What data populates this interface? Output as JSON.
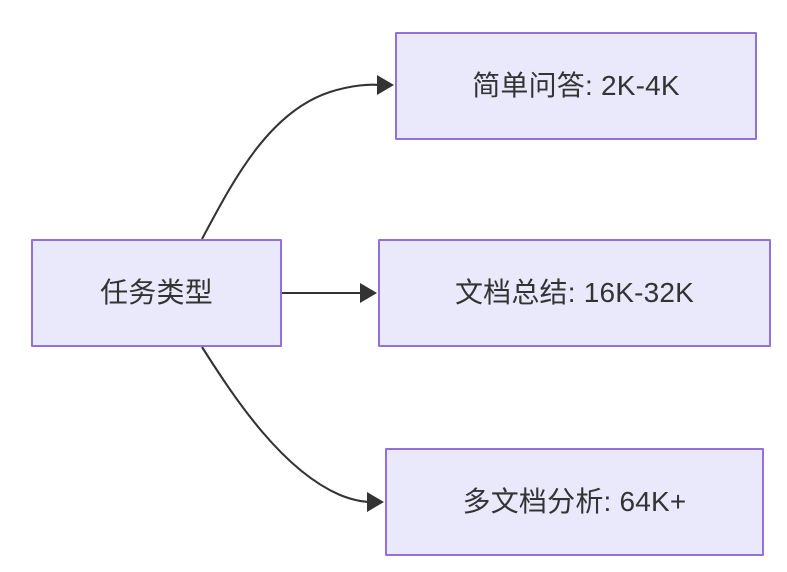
{
  "diagram": {
    "type": "flowchart",
    "direction": "left-to-right",
    "background_color": "#ffffff",
    "node_fill_color": "#eae8fb",
    "node_border_color": "#9370db",
    "node_text_color": "#333333",
    "edge_color": "#333333",
    "source_node": {
      "id": "task-type",
      "label": "任务类型"
    },
    "target_nodes": [
      {
        "id": "simple-qa",
        "label": "简单问答: 2K-4K"
      },
      {
        "id": "doc-summary",
        "label": "文档总结: 16K-32K"
      },
      {
        "id": "multi-doc-analysis",
        "label": "多文档分析: 64K+"
      }
    ],
    "edges": [
      {
        "id": "edge-to-simple-qa",
        "from": "task-type",
        "to": "simple-qa",
        "style": "curved",
        "arrow": "arrowhead-icon"
      },
      {
        "id": "edge-to-doc-summary",
        "from": "task-type",
        "to": "doc-summary",
        "style": "straight",
        "arrow": "arrowhead-icon"
      },
      {
        "id": "edge-to-multi-doc-analysis",
        "from": "task-type",
        "to": "multi-doc-analysis",
        "style": "curved",
        "arrow": "arrowhead-icon"
      }
    ]
  }
}
